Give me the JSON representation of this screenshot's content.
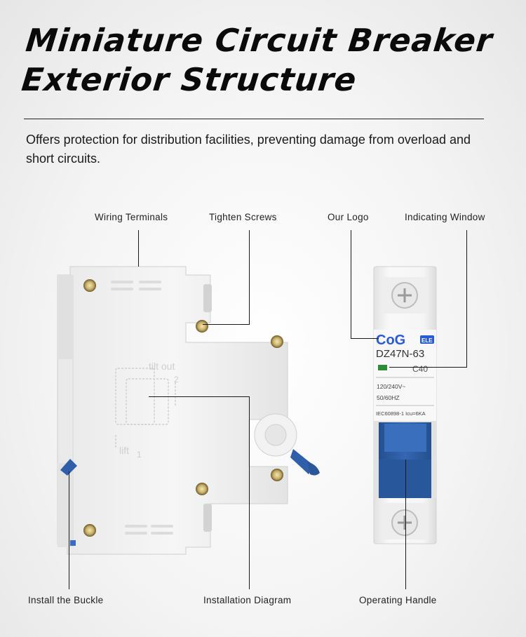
{
  "title": {
    "line1": "Miniature Circuit Breaker",
    "line2": "Exterior Structure"
  },
  "subtitle": "Offers protection for distribution facilities, preventing damage from overload and short circuits.",
  "labels": {
    "wiring_terminals": "Wiring Terminals",
    "tighten_screws": "Tighten Screws",
    "our_logo": "Our Logo",
    "indicating_window": "Indicating Window",
    "install_buckle": "Install the Buckle",
    "installation_diagram": "Installation Diagram",
    "operating_handle": "Operating Handle"
  },
  "side_view": {
    "tilt_out": "tilt out",
    "tilt_out_num": "2",
    "lift": "lift",
    "lift_num": "1"
  },
  "front_view": {
    "brand": "CoG",
    "brand_badge": "ELE",
    "model": "DZ47N-63",
    "rating": "C40",
    "voltage": "120/240V~",
    "frequency": "50/60HZ",
    "standard": "IEC60898-1 Icu=6KA"
  },
  "colors": {
    "handle_blue": "#2f5fa8",
    "indicator_green": "#2e8b3a",
    "brand_blue": "#2a5bd7"
  }
}
